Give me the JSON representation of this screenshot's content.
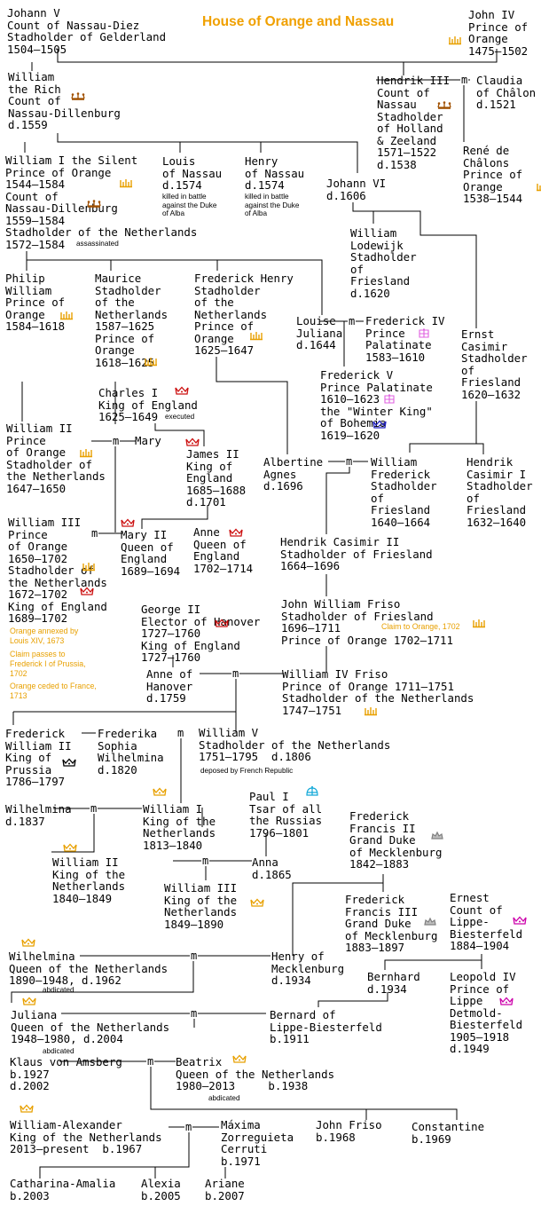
{
  "title": "House of Orange and Nassau",
  "marriage_symbol": "m",
  "colors": {
    "orange_crown": "#e8a000",
    "red_crown": "#cc1010",
    "black_crown": "#000000",
    "pink_crown": "#e060e0",
    "blue_crown": "#2020c0",
    "cyan_crown": "#10a8d8",
    "grey_crown": "#808080",
    "brown_crown": "#a05000",
    "magenta_crown": "#cc00aa"
  },
  "people": {
    "johann_v": "Johann V\nCount of Nassau-Diez\nStadholder of Gelderland\n1504–1505",
    "john_iv": "John IV\nPrince of\nOrange\n1475–1502",
    "william_rich": "William\nthe Rich\nCount of\nNassau-Dillenburg\nd.1559",
    "hendrik_iii": "Hendrik III\nCount of\nNassau\nStadholder\nof Holland\n& Zeeland\n1571–1522\nd.1538",
    "claudia": "Claudia\nof Châlon\nd.1521",
    "rene": "René de\nChâlons\nPrince of\nOrange\n1538–1544",
    "william_i": "William I the Silent\nPrince of Orange\n1544–1584\nCount of\nNassau-Dillenburg\n1559–1584\nStadholder of the Netherlands\n1572–1584",
    "louis": "Louis\nof Nassau\nd.1574",
    "henry_nassau": "Henry\nof Nassau\nd.1574",
    "johann_vi": "Johann VI\nd.1606",
    "william_lodewijk": "William\nLodewijk\nStadholder\nof\nFriesland\nd.1620",
    "philip_william": "Philip\nWilliam\nPrince of\nOrange\n1584–1618",
    "maurice": "Maurice\nStadholder\nof the\nNetherlands\n1587–1625\nPrince of\nOrange\n1618–1625",
    "frederick_henry": "Frederick Henry\nStadholder\nof the\nNetherlands\nPrince of\nOrange\n1625–1647",
    "louise_juliana": "Louise\nJuliana\nd.1644",
    "frederick_iv": "Frederick IV\nPrince\nPalatinate\n1583–1610",
    "ernst_casimir": "Ernst\nCasimir\nStadholder\nof\nFriesland\n1620–1632",
    "frederick_v": "Frederick V\nPrince Palatinate\n1610–1623\nthe \"Winter King\"\nof Bohemia\n1619–1620",
    "charles_i": "Charles I\nKing of England\n1625–1649",
    "william_ii": "William II\nPrince\nof Orange\nStadholder of\nthe Netherlands\n1647–1650",
    "mary": "Mary",
    "james_ii": "James II\nKing of\nEngland\n1685–1688\nd.1701",
    "albertine": "Albertine\nAgnes\nd.1696",
    "william_frederick": "William\nFrederick\nStadholder\nof\nFriesland\n1640–1664",
    "hendrik_casimir_i": "Hendrik\nCasimir I\nStadholder\nof\nFriesland\n1632–1640",
    "william_iii": "William III\nPrince\nof Orange\n1650–1702\nStadholder of\nthe Netherlands\n1672–1702\nKing of England\n1689–1702",
    "mary_ii": "Mary II\nQueen of\nEngland\n1689–1694",
    "anne": "Anne\nQueen of\nEngland\n1702–1714",
    "hendrik_casimir_ii": "Hendrik Casimir II\nStadholder of Friesland\n1664–1696",
    "george_ii": "George II\nElector of Hanover\n1727–1760\nKing of England\n1727–1760",
    "john_william_friso": "John William Friso\nStadholder of Friesland\n1696–1711\nPrince of Orange 1702–1711",
    "anne_hanover": "Anne of\nHanover\nd.1759",
    "william_iv": "William IV Friso\nPrince of Orange 1711–1751\nStadholder of the Netherlands\n1747–1751",
    "frederick_william_ii": "Frederick\nWilliam II\nKing of\nPrussia\n1786–1797",
    "frederika": "Frederika\nSophia\nWilhelmina\nd.1820",
    "william_v": "William V\nStadholder of the Netherlands\n1751–1795  d.1806",
    "paul_i": "Paul I\nTsar of all\nthe Russias\n1796–1801",
    "wilhelmina_1837": "Wilhelmina\nd.1837",
    "william_i_king": "William I\nKing of the\nNetherlands\n1813–1840",
    "frederick_francis_ii": "Frederick\nFrancis II\nGrand Duke\nof Mecklenburg\n1842–1883",
    "william_ii_king": "William II\nKing of the\nNetherlands\n1840–1849",
    "anna": "Anna\nd.1865",
    "william_iii_king": "William III\nKing of the\nNetherlands\n1849–1890",
    "frederick_francis_iii": "Frederick\nFrancis III\nGrand Duke\nof Mecklenburg\n1883–1897",
    "ernest_lippe": "Ernest\nCount of\nLippe-\nBiesterfeld\n1884–1904",
    "wilhelmina_queen": "Wilhelmina\nQueen of the Netherlands\n1890–1948, d.1962",
    "henry_mecklenburg": "Henry of\nMecklenburg\nd.1934",
    "bernhard_1934": "Bernhard\nd.1934",
    "leopold_iv": "Leopold IV\nPrince of\nLippe\nDetmold-\nBiesterfeld\n1905–1918\nd.1949",
    "juliana": "Juliana\nQueen of the Netherlands\n1948–1980, d.2004",
    "bernard_lippe": "Bernard of\nLippe-Biesterfeld\nb.1911",
    "klaus": "Klaus von Amsberg\nb.1927\nd.2002",
    "beatrix": "Beatrix\nQueen of the Netherlands\n1980–2013     b.1938",
    "willem_alexander": "William-Alexander\nKing of the Netherlands\n2013–present  b.1967",
    "maxima": "Máxima\nZorreguieta\nCerruti\nb.1971",
    "john_friso": "John Friso\nb.1968",
    "constantine": "Constantine\nb.1969",
    "catharina_amalia": "Catharina-Amalia\nb.2003",
    "alexia": "Alexia\nb.2005",
    "ariane": "Ariane\nb.2007"
  },
  "notes": {
    "assassinated": "assassinated",
    "louis_killed": "killed in battle\nagainst the Duke\nof Alba",
    "henry_killed": "killed in battle\nagainst the Duke\nof Alba",
    "executed": "executed",
    "deposed": "deposed by French Republic",
    "abdicated_wilhelmina": "abdicated",
    "abdicated_juliana": "abdicated",
    "abdicated_beatrix": "abdicated"
  },
  "orange_notes": {
    "louis_xiv": "Orange annexed by\nLouis XIV, 1673",
    "prussia": "Claim passes to\nFrederick I of Prussia,\n1702",
    "france": "Orange ceded to France,\n1713",
    "claim_orange": "Claim to Orange, 1702"
  },
  "icons": [
    {
      "name": "john-iv-orange-crown-icon",
      "color": "orange_crown",
      "kind": "orange"
    },
    {
      "name": "william-rich-coronet-icon",
      "color": "brown_crown",
      "kind": "coronet"
    },
    {
      "name": "hendrik-iii-coronet-icon",
      "color": "brown_crown",
      "kind": "coronet"
    },
    {
      "name": "rene-orange-crown-icon",
      "color": "orange_crown",
      "kind": "orange"
    },
    {
      "name": "william-i-orange-crown-icon",
      "color": "orange_crown",
      "kind": "orange"
    },
    {
      "name": "william-i-coronet-icon",
      "color": "brown_crown",
      "kind": "coronet"
    },
    {
      "name": "philip-william-orange-crown-icon",
      "color": "orange_crown",
      "kind": "orange"
    },
    {
      "name": "maurice-orange-crown-icon",
      "color": "orange_crown",
      "kind": "orange"
    },
    {
      "name": "frederick-henry-orange-crown-icon",
      "color": "orange_crown",
      "kind": "orange"
    },
    {
      "name": "frederick-iv-palatinate-hat-icon",
      "color": "pink_crown",
      "kind": "hat"
    },
    {
      "name": "frederick-v-palatinate-hat-icon",
      "color": "pink_crown",
      "kind": "hat"
    },
    {
      "name": "frederick-v-bohemia-crown-icon",
      "color": "blue_crown",
      "kind": "royal"
    },
    {
      "name": "charles-i-crown-icon",
      "color": "red_crown",
      "kind": "royal"
    },
    {
      "name": "william-ii-orange-crown-icon",
      "color": "orange_crown",
      "kind": "orange"
    },
    {
      "name": "james-ii-crown-icon",
      "color": "red_crown",
      "kind": "royal"
    },
    {
      "name": "william-iii-orange-crown-icon",
      "color": "orange_crown",
      "kind": "orange"
    },
    {
      "name": "william-iii-england-crown-icon",
      "color": "red_crown",
      "kind": "royal"
    },
    {
      "name": "mary-ii-crown-icon",
      "color": "red_crown",
      "kind": "royal"
    },
    {
      "name": "anne-crown-icon",
      "color": "red_crown",
      "kind": "royal"
    },
    {
      "name": "george-ii-crown-icon",
      "color": "red_crown",
      "kind": "royal"
    },
    {
      "name": "john-william-friso-orange-crown-icon",
      "color": "orange_crown",
      "kind": "orange"
    },
    {
      "name": "william-iv-orange-crown-icon",
      "color": "orange_crown",
      "kind": "orange"
    },
    {
      "name": "frederick-william-ii-crown-icon",
      "color": "black_crown",
      "kind": "royal"
    },
    {
      "name": "paul-i-imperial-crown-icon",
      "color": "cyan_crown",
      "kind": "imperial"
    },
    {
      "name": "william-i-king-crown-icon",
      "color": "orange_crown",
      "kind": "royal"
    },
    {
      "name": "frederick-francis-ii-crown-icon",
      "color": "grey_crown",
      "kind": "ducal"
    },
    {
      "name": "william-ii-king-crown-icon",
      "color": "orange_crown",
      "kind": "royal"
    },
    {
      "name": "william-iii-king-crown-icon",
      "color": "orange_crown",
      "kind": "royal"
    },
    {
      "name": "frederick-francis-iii-crown-icon",
      "color": "grey_crown",
      "kind": "ducal"
    },
    {
      "name": "ernest-lippe-crown-icon",
      "color": "magenta_crown",
      "kind": "royal"
    },
    {
      "name": "wilhelmina-crown-icon",
      "color": "orange_crown",
      "kind": "royal"
    },
    {
      "name": "leopold-iv-crown-icon",
      "color": "magenta_crown",
      "kind": "royal"
    },
    {
      "name": "juliana-crown-icon",
      "color": "orange_crown",
      "kind": "royal"
    },
    {
      "name": "beatrix-crown-icon",
      "color": "orange_crown",
      "kind": "royal"
    },
    {
      "name": "willem-alexander-crown-icon",
      "color": "orange_crown",
      "kind": "royal"
    }
  ]
}
